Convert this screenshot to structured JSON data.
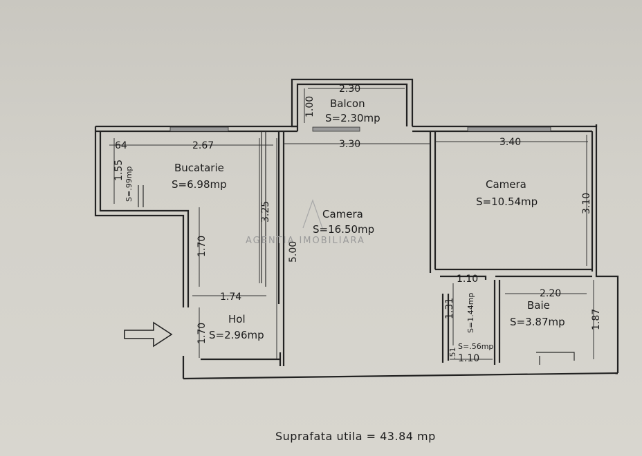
{
  "rooms": {
    "balcon": {
      "name": "Balcon",
      "area": "S=2.30mp"
    },
    "bucatarie": {
      "name": "Bucatarie",
      "area": "S=6.98mp"
    },
    "camera_mare": {
      "name": "Camera",
      "area": "S=16.50mp"
    },
    "camera_mica": {
      "name": "Camera",
      "area": "S=10.54mp"
    },
    "hol": {
      "name": "Hol",
      "area": "S=2.96mp"
    },
    "baie": {
      "name": "Baie",
      "area": "S=3.87mp"
    },
    "debara": {
      "area": "S=1.44mp"
    },
    "mini": {
      "area": "S=.56mp"
    },
    "camara": {
      "area": "S=.99mp"
    }
  },
  "dimensions": {
    "d_230": "2.30",
    "d_100": "1.00",
    "d_64": "64",
    "d_267": "2.67",
    "d_330": "3.30",
    "d_340": "3.40",
    "d_155": "1.55",
    "d_325": "3.25",
    "d_170a": "1.70",
    "d_500": "5.00",
    "d_310": "3.10",
    "d_110a": "1.10",
    "d_174": "1.74",
    "d_220": "2.20",
    "d_131": "1.31",
    "d_187": "1.87",
    "d_170b": "1.70",
    "d_51": ".51",
    "d_110b": "1.10"
  },
  "watermark": "AGENTIA IMOBILIARA",
  "footer": "Suprafata utila  =  43.84  mp"
}
